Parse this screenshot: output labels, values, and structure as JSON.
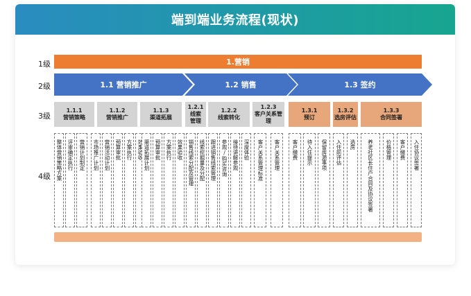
{
  "title": "端到端业务流程(现状)",
  "levels": [
    "1级",
    "2级",
    "3级",
    "4级"
  ],
  "level1": "1.营销",
  "level2": [
    {
      "label": "1.1 营销推广"
    },
    {
      "label": "1.2 销售"
    },
    {
      "label": "1.3 签约"
    }
  ],
  "level3": [
    {
      "label": "1.1.1\n营销策略"
    },
    {
      "label": "1.1.2\n营销推广"
    },
    {
      "label": "1.1.3\n渠道拓展"
    },
    {
      "label": "1.2.1\n线索\n管理"
    },
    {
      "label": "1.2.2\n线索转化"
    },
    {
      "label": "1.2.3\n客户关系管\n理"
    },
    {
      "label": "1.3.1\n预订"
    },
    {
      "label": "1.3.2\n选房评估"
    },
    {
      "label": "1.3.3\n合同签署"
    }
  ],
  "level4": [
    "整体营销策略方案",
    "评审确定执行",
    "营销计划制定",
    "市场推广计划",
    "营销活动计划",
    "预算审批",
    "方案执行",
    "效果验收",
    "渠道拓展计划",
    "预算审批",
    "方案执行",
    "效果验收",
    "销售线索分配及管理",
    "线索挖掘量及分配",
    "跟进销售线索管理",
    "参观/购买咨询",
    "接待讲解参观",
    "深度体验",
    "客户关系管理标准",
    "客户关系管理",
    "客户缴费",
    "待入住提示",
    "保留房源事项",
    "入住前评估",
    "选房",
    "养老社区长住户合同及协议签署",
    "价格管理",
    "客户缴费",
    "入住协议签署"
  ]
}
